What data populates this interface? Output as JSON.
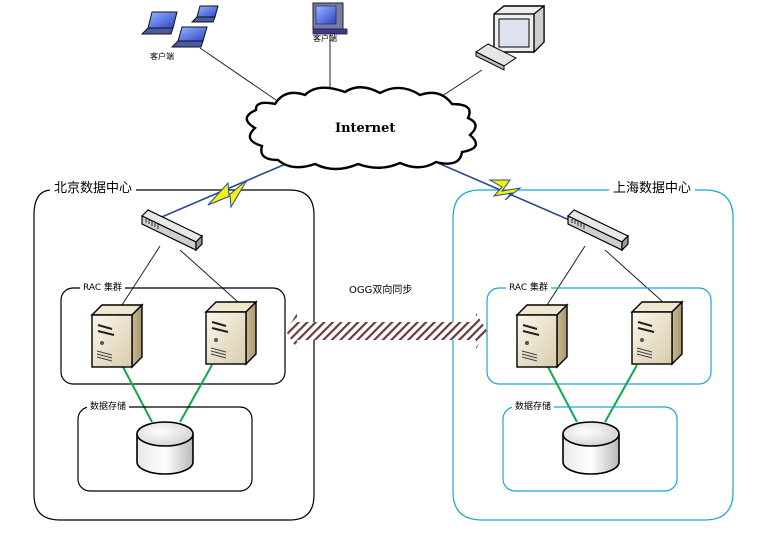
{
  "cloud": {
    "label": "Internet"
  },
  "clients": {
    "laptops_label": "客户端",
    "desktop_label": "客户端"
  },
  "datacenters": [
    {
      "name": "北京数据中心",
      "cluster_label": "RAC 集群",
      "storage_label": "数据存储",
      "border_color": "#000000"
    },
    {
      "name": "上海数据中心",
      "cluster_label": "RAC 集群",
      "storage_label": "数据存储",
      "border_color": "#1aa3d6"
    }
  ],
  "sync": {
    "label": "OGG双向同步",
    "arrow_color": "#6b3b3b"
  },
  "colors": {
    "link_green": "#11a84a",
    "lightning_yellow": "#f2f20a",
    "lightning_line": "#2a4a8a"
  }
}
